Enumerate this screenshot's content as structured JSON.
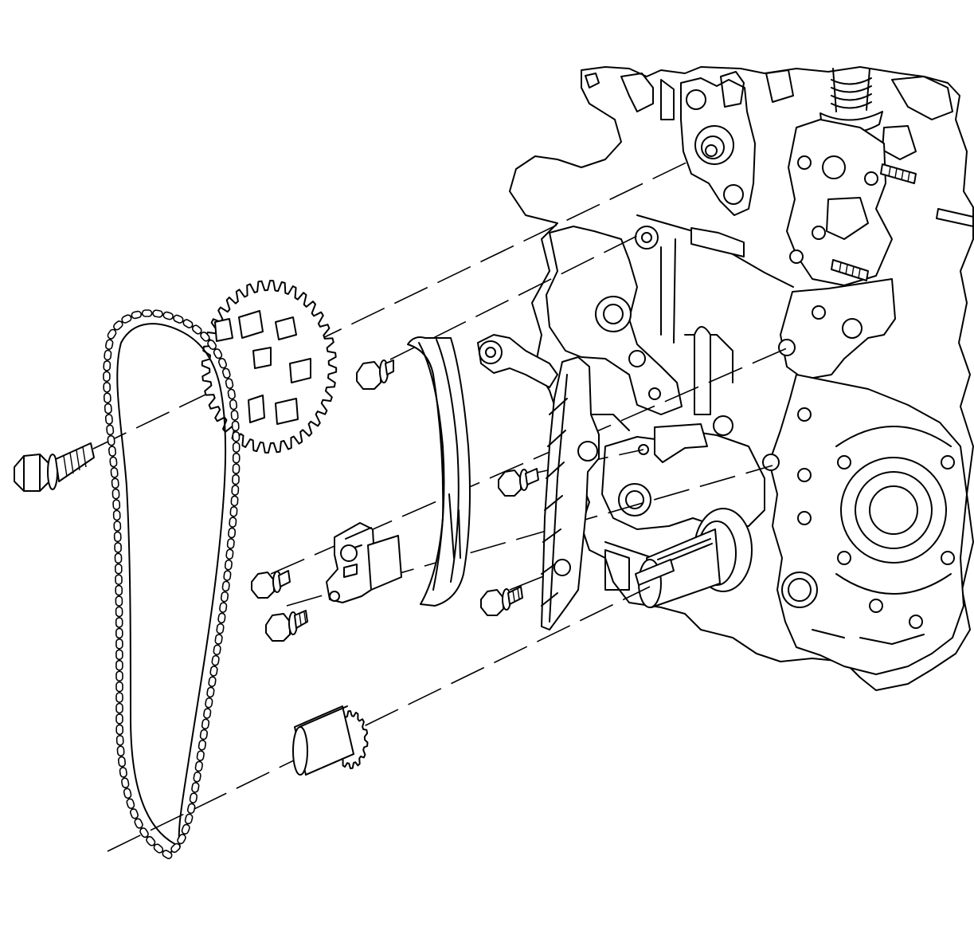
{
  "figure": {
    "type": "exploded-view line illustration",
    "palette": {
      "line": "#000000",
      "background": "#ffffff"
    }
  },
  "components": [
    {
      "id": "engine-block",
      "icon": "engine-block-icon"
    },
    {
      "id": "camshaft-sprocket",
      "icon": "gear-icon",
      "teeth": 36
    },
    {
      "id": "crankshaft-sprocket",
      "icon": "gear-icon"
    },
    {
      "id": "timing-chain",
      "icon": "chain-icon"
    },
    {
      "id": "camshaft-sprocket-bolt",
      "icon": "bolt-icon"
    },
    {
      "id": "tensioner-guide-bolt",
      "icon": "bolt-icon"
    },
    {
      "id": "fixed-guide-bolt-upper",
      "icon": "bolt-icon"
    },
    {
      "id": "fixed-guide-bolt-lower",
      "icon": "bolt-icon"
    },
    {
      "id": "tensioner-bolt-upper",
      "icon": "bolt-icon"
    },
    {
      "id": "tensioner-bolt-lower",
      "icon": "bolt-icon"
    },
    {
      "id": "chain-tensioner",
      "icon": "tensioner-icon"
    },
    {
      "id": "tensioner-guide",
      "icon": "guide-rail-icon"
    },
    {
      "id": "fixed-guide",
      "icon": "guide-rail-icon"
    }
  ]
}
